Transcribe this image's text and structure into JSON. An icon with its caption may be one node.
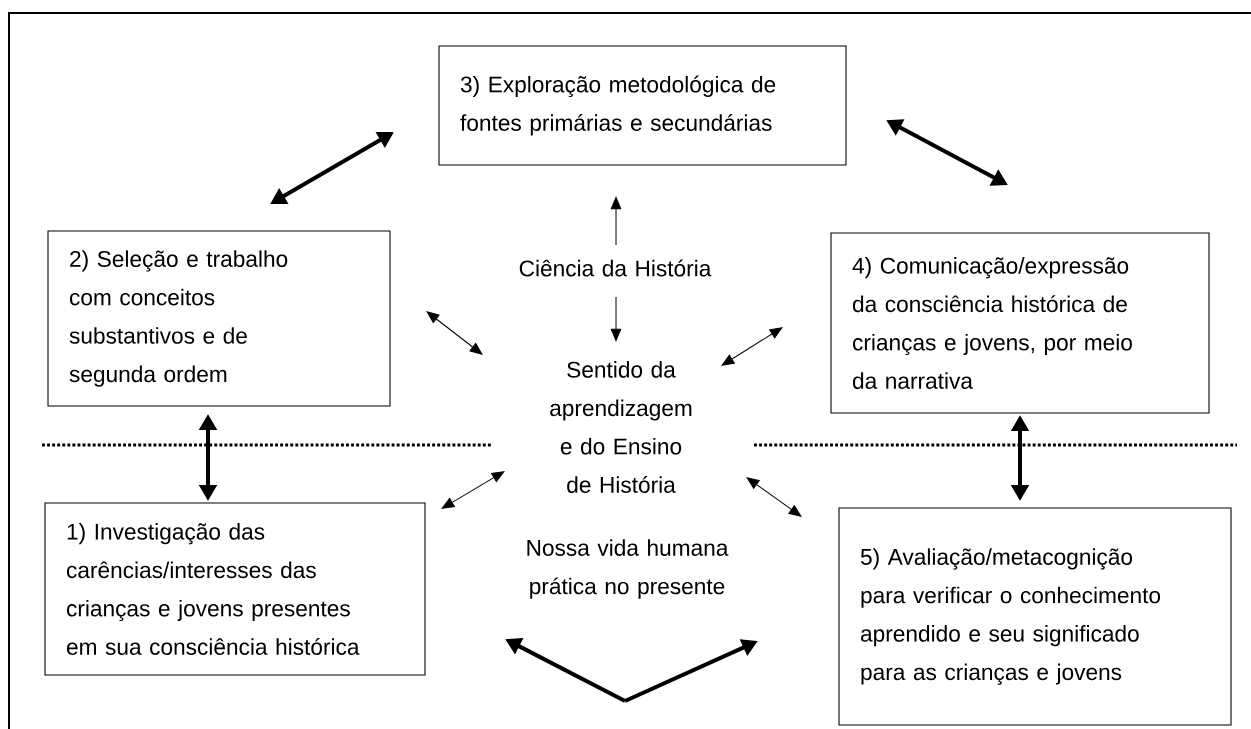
{
  "diagram": {
    "nodes": [
      {
        "text": [
          "3) Exploração metodológica de fontes primárias e secundárias"
        ]
      },
      {
        "text": [
          "2) Seleção e trabalho com conceitos substantivos e de segunda ordem"
        ]
      },
      {
        "text": [
          "4) Comunicação/expressão da consciência histórica de crianças e jovens, por meio da narrativa"
        ]
      },
      {
        "text": [
          "1) Investigação das carências/interesses das crianças e jovens presentes em sua consciência histórica"
        ]
      },
      {
        "text": [
          "5) Avaliação/metacognição para verificar o conhecimento aprendido e seu significado para as crianças e jovens"
        ]
      },
      {
        "text": [
          "Ciência da História"
        ]
      },
      {
        "text": [
          "Sentido da aprendizagem e do Ensino de História"
        ]
      },
      {
        "text": [
          "Nossa vida humana prática no presente"
        ]
      }
    ],
    "edges": [
      {
        "from": 1,
        "to": 0,
        "arrow": "both",
        "style": "thick"
      },
      {
        "from": 0,
        "to": 2,
        "arrow": "both",
        "style": "thick"
      },
      {
        "from": 5,
        "to": 0,
        "arrow": "to"
      },
      {
        "from": 5,
        "to": 6,
        "arrow": "to"
      },
      {
        "from": 1,
        "to": 6,
        "arrow": "both"
      },
      {
        "from": 6,
        "to": 2,
        "arrow": "both"
      },
      {
        "from": 1,
        "to": 3,
        "arrow": "both",
        "style": "thick"
      },
      {
        "from": 2,
        "to": 4,
        "arrow": "both",
        "style": "thick"
      },
      {
        "from": 6,
        "to": 3,
        "arrow": "both"
      },
      {
        "from": 6,
        "to": 4,
        "arrow": "both"
      },
      {
        "from": null,
        "to": 7,
        "arrow": "to",
        "style": "thick"
      },
      {
        "from": null,
        "to": 7,
        "arrow": "to",
        "style": "thick"
      }
    ]
  }
}
